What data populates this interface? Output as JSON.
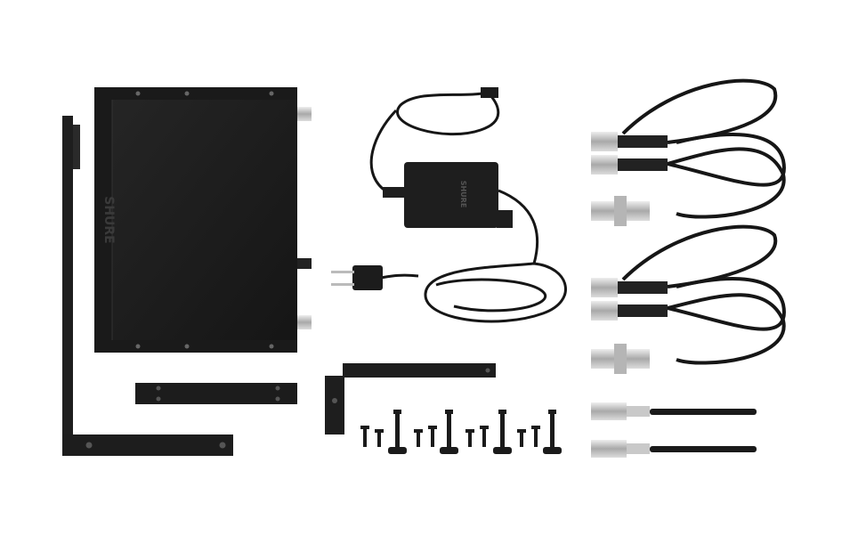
{
  "scene": {
    "background": "#ffffff",
    "receiver": {
      "brand": "SHURE"
    },
    "power_supply": {
      "brand": "SHURE"
    },
    "components": [
      "receiver-unit",
      "rack-ear-long",
      "rack-ear-short",
      "link-bar",
      "power-supply-adapter",
      "bnc-jumper-cable-1",
      "bnc-jumper-cable-2",
      "bnc-bulkhead-adapter-1",
      "bnc-bulkhead-adapter-2",
      "antenna-1",
      "antenna-2",
      "rack-screws"
    ]
  },
  "colors": {
    "metal_dark": "#1c1c1c",
    "metal_edge": "#2e2e2e",
    "connector_silver": "#c8c8c8",
    "cable_black": "#161616"
  }
}
